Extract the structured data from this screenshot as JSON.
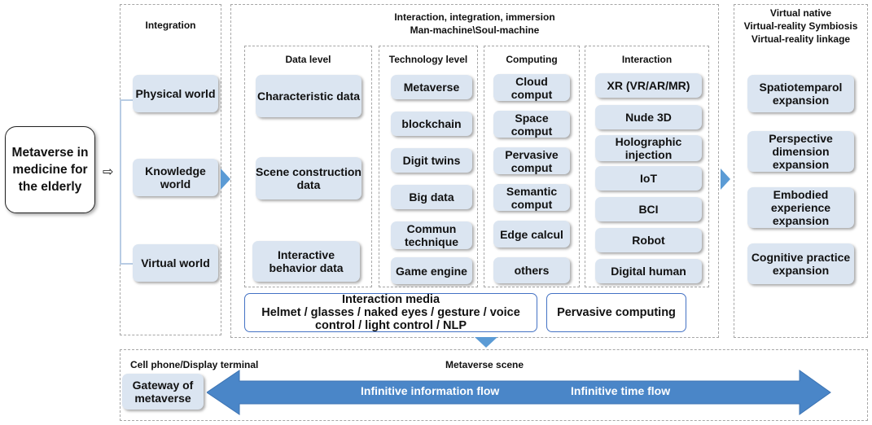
{
  "start": {
    "label": "Metaverse in medicine for the elderly"
  },
  "integration": {
    "title": "Integration",
    "items": [
      "Physical world",
      "Knowledge world",
      "Virtual world"
    ]
  },
  "interaction_panel": {
    "title_line1": "Interaction, integration, immersion",
    "title_line2": "Man-machine\\Soul-machine",
    "data_level": {
      "title": "Data level",
      "items": [
        "Characteristic data",
        "Scene construction data",
        "Interactive behavior data"
      ]
    },
    "technology_level": {
      "title": "Technology level",
      "items": [
        "Metaverse",
        "blockchain",
        "Digit twins",
        "Big data",
        "Commun technique",
        "Game engine"
      ]
    },
    "computing": {
      "title": "Computing",
      "items": [
        "Cloud comput",
        "Space comput",
        "Pervasive comput",
        "Semantic comput",
        "Edge calcul",
        "others"
      ]
    },
    "interaction": {
      "title": "Interaction",
      "items": [
        "XR (VR/AR/MR)",
        "Nude 3D",
        "Holographic injection",
        "IoT",
        "BCI",
        "Robot",
        "Digital human"
      ]
    },
    "media": {
      "line1": "Interaction media",
      "line2": "Helmet / glasses / naked eyes / gesture / voice",
      "line3": "control / light control / NLP"
    },
    "pervasive": "Pervasive computing"
  },
  "virtual_native": {
    "title_line1": "Virtual native",
    "title_line2": "Virtual-reality Symbiosis",
    "title_line3": "Virtual-reality linkage",
    "items": [
      "Spatiotemparol expansion",
      "Perspective dimension expansion",
      "Embodied experience expansion",
      "Cognitive practice expansion"
    ]
  },
  "bottom": {
    "terminal_label": "Cell phone/Display terminal",
    "scene_label": "Metaverse scene",
    "gateway": "Gateway of metaverse",
    "flow_left": "Infinitive information flow",
    "flow_right": "Infinitive time flow"
  },
  "colors": {
    "box_fill": "#dbe5f1",
    "accent": "#5b9bd5",
    "arrow_fill": "#4a86c8",
    "dash": "#a6a6a6"
  }
}
